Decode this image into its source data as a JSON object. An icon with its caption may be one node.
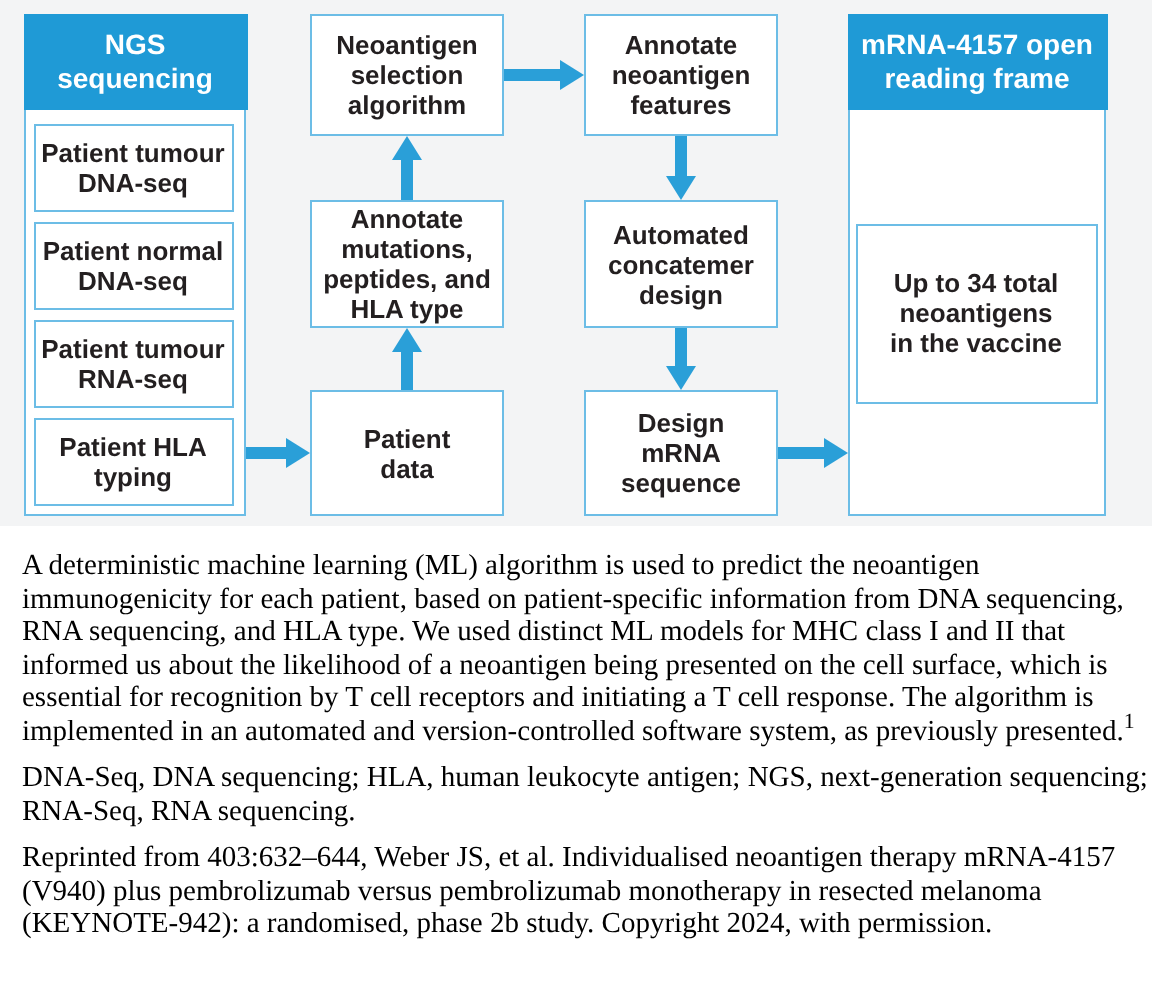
{
  "diagram": {
    "nodes": [
      {
        "text": [
          "NGS sequencing"
        ]
      },
      {
        "text": [
          "Patient tumour DNA-seq"
        ],
        "in": 0
      },
      {
        "text": [
          "Patient normal DNA-seq"
        ],
        "in": 0
      },
      {
        "text": [
          "Patient tumour RNA-seq"
        ],
        "in": 0
      },
      {
        "text": [
          "Patient HLA typing"
        ],
        "in": 0
      },
      {
        "text": [
          "Neoantigen selection algorithm"
        ]
      },
      {
        "text": [
          "Annotate mutations, peptides, and HLA type"
        ]
      },
      {
        "text": [
          "Patient data"
        ]
      },
      {
        "text": [
          "Annotate neoantigen features"
        ]
      },
      {
        "text": [
          "Automated concatemer design"
        ]
      },
      {
        "text": [
          "Design mRNA sequence"
        ]
      },
      {
        "text": [
          "mRNA-4157 open reading frame"
        ]
      },
      {
        "text": [
          "Up to 34 total neoantigens in the vaccine"
        ],
        "in": 11
      }
    ],
    "edges": [
      {
        "from": 0,
        "to": 7,
        "arrow": "to"
      },
      {
        "from": 7,
        "to": 6,
        "arrow": "to"
      },
      {
        "from": 6,
        "to": 5,
        "arrow": "to"
      },
      {
        "from": 5,
        "to": 8,
        "arrow": "to"
      },
      {
        "from": 8,
        "to": 9,
        "arrow": "to"
      },
      {
        "from": 9,
        "to": 10,
        "arrow": "to"
      },
      {
        "from": 10,
        "to": 11,
        "arrow": "to"
      }
    ],
    "labels": [
      "A deterministic machine learning (ML) algorithm is used to predict the neoantigen immunogenicity for each patient, based on patient-specific information from DNA sequencing, RNA sequencing, and HLA type. We used distinct ML models for MHC class I and II that informed us about the likelihood of a neoantigen being presented on the cell surface, which is essential for recognition by T cell receptors and initiating a T cell response. The algorithm is implemented in an automated and version-controlled software system, as previously presented.$^{1}$",
      "DNA-Seq, DNA sequencing; HLA, human leukocyte antigen; NGS, next-generation sequencing; RNA-Seq, RNA sequencing.",
      "Reprinted from 403:632–644, Weber JS, et al. Individualised neoantigen therapy mRNA-4157 (V940) plus pembrolizumab versus pembrolizumab monotherapy in resected melanoma (KEYNOTE-942): a randomised, phase 2b study. Copyright 2024, with permission."
    ]
  }
}
